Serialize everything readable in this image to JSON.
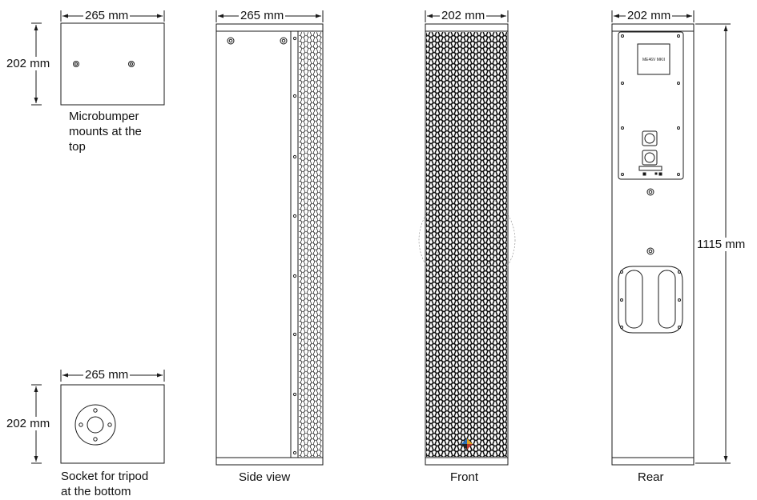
{
  "dimensions": {
    "top_width": "265 mm",
    "top_depth": "202 mm",
    "side_width": "265 mm",
    "front_width": "202 mm",
    "rear_width": "202 mm",
    "height": "1115 mm",
    "bottom_width": "265 mm",
    "bottom_depth": "202 mm"
  },
  "captions": {
    "top": [
      "Microbumper",
      "mounts at the",
      "top"
    ],
    "bottom": [
      "Socket for tripod",
      "at the bottom"
    ],
    "side": "Side view",
    "front": "Front",
    "rear": "Rear"
  },
  "rear_panel": {
    "model": "ME46V MKII"
  },
  "colors": {
    "line": "#1a1a1a",
    "background": "#ffffff"
  }
}
